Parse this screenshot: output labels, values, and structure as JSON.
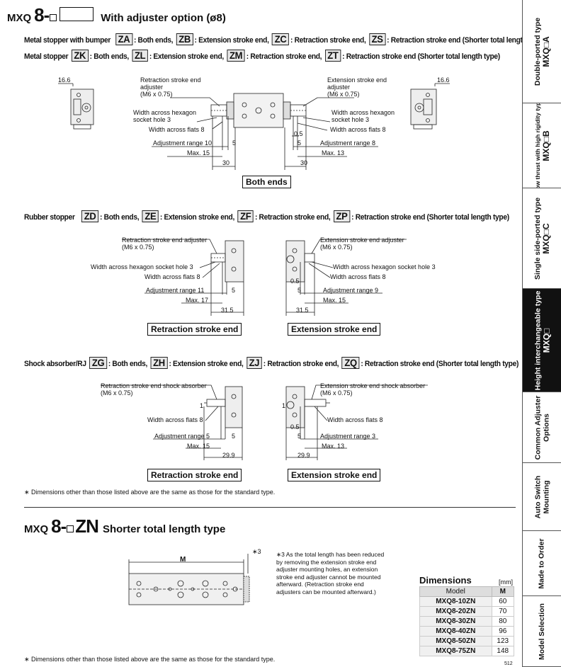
{
  "header": {
    "prefix": "MXQ",
    "model": "8-",
    "title": "With adjuster option (ø8)"
  },
  "option_lines": [
    {
      "lead": "Metal stopper with bumper",
      "items": [
        {
          "code": "ZA",
          "desc": ": Both ends,"
        },
        {
          "code": "ZB",
          "desc": ": Extension stroke end,"
        },
        {
          "code": "ZC",
          "desc": ": Retraction stroke end,"
        },
        {
          "code": "ZS",
          "desc": ": Retraction stroke end (Shorter total length type)"
        }
      ]
    },
    {
      "lead": "Metal stopper",
      "items": [
        {
          "code": "ZK",
          "desc": ": Both ends,"
        },
        {
          "code": "ZL",
          "desc": ": Extension stroke end,"
        },
        {
          "code": "ZM",
          "desc": ": Retraction stroke end,"
        },
        {
          "code": "ZT",
          "desc": ": Retraction stroke end (Shorter total length type)"
        }
      ]
    },
    {
      "lead": "Rubber stopper",
      "items": [
        {
          "code": "ZD",
          "desc": ": Both ends,"
        },
        {
          "code": "ZE",
          "desc": ": Extension stroke end,"
        },
        {
          "code": "ZF",
          "desc": ": Retraction stroke end,"
        },
        {
          "code": "ZP",
          "desc": ": Retraction stroke end (Shorter total length type)"
        }
      ]
    },
    {
      "lead": "Shock absorber/RJ",
      "items": [
        {
          "code": "ZG",
          "desc": ": Both ends,"
        },
        {
          "code": "ZH",
          "desc": ": Extension stroke end,"
        },
        {
          "code": "ZJ",
          "desc": ": Retraction stroke end,"
        },
        {
          "code": "ZQ",
          "desc": ": Retraction stroke end (Shorter total length type)"
        }
      ]
    }
  ],
  "fig1": {
    "left_width": "16.6",
    "right_width": "16.6",
    "retraction_adjuster_l1": "Retraction stroke end",
    "retraction_adjuster_l2": "adjuster",
    "retraction_adjuster_l3": "(M6 x 0.75)",
    "extension_adjuster_l1": "Extension stroke end",
    "extension_adjuster_l2": "adjuster",
    "extension_adjuster_l3": "(M6 x 0.75)",
    "hex_l1": "Width across hexagon",
    "hex_l2": "socket hole 3",
    "hex_r1": "Width across hexagon",
    "hex_r2": "socket hole 3",
    "flats_left": "Width across flats 8",
    "flats_right": "Width across flats 8",
    "gap": "0.5",
    "adj_left": "Adjustment range 10",
    "adj_left_val": "5",
    "adj_right_val": "5",
    "adj_right": "Adjustment range 8",
    "max_left": "Max. 15",
    "max_right": "Max. 13",
    "len_left": "30",
    "len_right": "30",
    "caption": "Both ends"
  },
  "fig2": {
    "left_adjuster_l1": "Retraction stroke end adjuster",
    "left_adjuster_l2": "(M6 x 0.75)",
    "left_hex": "Width across hexagon socket hole 3",
    "left_flats": "Width across flats 8",
    "left_adj": "Adjustment range 11",
    "left_adj_val": "5",
    "left_max": "Max. 17",
    "left_len": "31.5",
    "left_caption": "Retraction stroke end",
    "right_adjuster_l1": "Extension stroke end adjuster",
    "right_adjuster_l2": "(M6 x 0.75)",
    "right_hex": "Width across hexagon socket hole 3",
    "right_flats": "Width across flats 8",
    "right_gap": "0.5",
    "right_adj_val": "5",
    "right_adj": "Adjustment range 9",
    "right_max": "Max. 15",
    "right_len": "31.5",
    "right_caption": "Extension stroke end"
  },
  "fig3": {
    "left_sa_l1": "Retraction stroke end shock absorber",
    "left_sa_l2": "(M6 x 0.75)",
    "left_one": "1",
    "left_flats": "Width across flats 8",
    "left_adj": "Adjustment range 5",
    "left_adj_val": "5",
    "left_max": "Max. 15",
    "left_len": "29.9",
    "left_caption": "Retraction stroke end",
    "right_sa_l1": "Extension stroke end shock absorber",
    "right_sa_l2": "(M6 x 0.75)",
    "right_one": "1",
    "right_flats": "Width across flats 8",
    "right_gap": "0.5",
    "right_adj_val": "5",
    "right_adj": "Adjustment range 3",
    "right_max": "Max. 13",
    "right_len": "29.9",
    "right_caption": "Extension stroke end"
  },
  "note1": "∗  Dimensions other than those listed above are the same as those for the standard type.",
  "section2": {
    "prefix": "MXQ",
    "model": "8-",
    "suffix": "ZN",
    "title": "Shorter total length type",
    "m_label": "M",
    "ref3": "∗3",
    "paragraph": "∗3  As the total length has been reduced by removing the extension stroke end adjuster mounting holes, an extension stroke end adjuster cannot be mounted afterward. (Retraction stroke end adjusters can be mounted afterward.)"
  },
  "dimensions": {
    "title": "Dimensions",
    "unit": "[mm]",
    "headers": [
      "Model",
      "M"
    ],
    "rows": [
      [
        "MXQ8-10ZN",
        "60"
      ],
      [
        "MXQ8-20ZN",
        "70"
      ],
      [
        "MXQ8-30ZN",
        "80"
      ],
      [
        "MXQ8-40ZN",
        "96"
      ],
      [
        "MXQ8-50ZN",
        "123"
      ],
      [
        "MXQ8-75ZN",
        "148"
      ]
    ]
  },
  "note2": "∗  Dimensions other than those listed above are the same as those for the standard type.",
  "tabs": [
    {
      "l1": "Double-ported type",
      "l2": "MXQ□A",
      "active": false
    },
    {
      "l1": "Low thrust with high rigidity type",
      "l2": "MXQ□B",
      "active": false
    },
    {
      "l1": "Single side-ported type",
      "l2": "MXQ□C",
      "active": false
    },
    {
      "l1": "Height interchangeable type",
      "l2": "MXQ□",
      "active": true
    },
    {
      "l1": "Common Adjuster",
      "l2": "Options",
      "active": false
    },
    {
      "l1": "Auto Switch",
      "l2": "Mounting",
      "active": false
    },
    {
      "l1": "Made to Order",
      "l2": "",
      "active": false
    },
    {
      "l1": "Model Selection",
      "l2": "",
      "active": false
    }
  ],
  "page_number": "512"
}
